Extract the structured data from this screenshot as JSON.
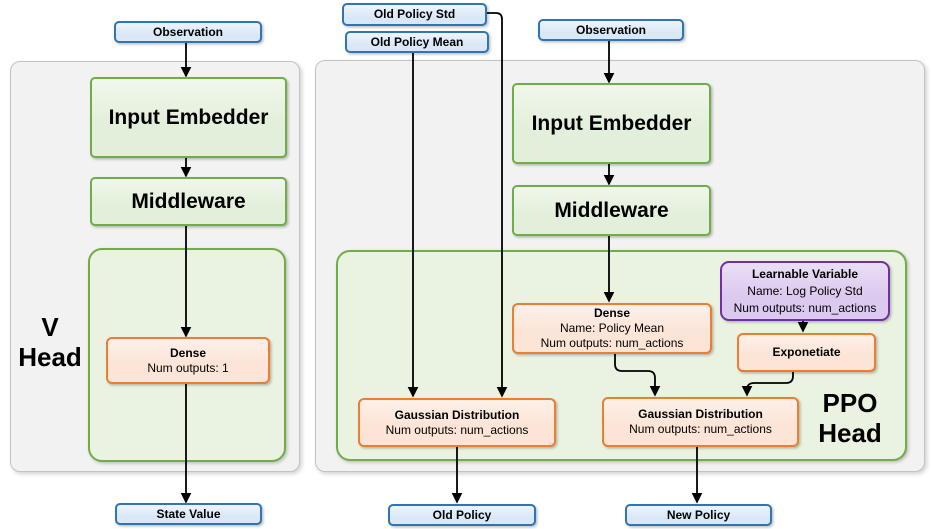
{
  "colors": {
    "page_bg": "#ffffff",
    "panel_fill": "#f2f2f2",
    "panel_border": "#c3c3c3",
    "green_fill": "#e2efda",
    "green_border": "#70ad47",
    "container_fill": "#eaf3e2",
    "orange_fill": "#fce4d6",
    "orange_border": "#ed7d31",
    "purple_fill": "#dcc9ef",
    "purple_border": "#7030a0",
    "blue_fill": "#d9e7f6",
    "blue_border": "#2e75b6",
    "arrow": "#000000",
    "text": "#000000"
  },
  "io": {
    "observation_left": "Observation",
    "old_policy_std": "Old Policy Std",
    "old_policy_mean": "Old Policy Mean",
    "observation_right": "Observation",
    "state_value": "State Value",
    "old_policy": "Old Policy",
    "new_policy": "New Policy"
  },
  "v_head": {
    "title_line1": "V",
    "title_line2": "Head",
    "input_embedder": "Input Embedder",
    "middleware": "Middleware",
    "dense_title": "Dense",
    "dense_line2": "Num outputs: 1"
  },
  "ppo_head": {
    "title_line1": "PPO",
    "title_line2": "Head",
    "input_embedder": "Input Embedder",
    "middleware": "Middleware",
    "dense_title": "Dense",
    "dense_line2": "Name: Policy Mean",
    "dense_line3": "Num outputs: num_actions",
    "learnable_title": "Learnable Variable",
    "learnable_line2": "Name: Log Policy Std",
    "learnable_line3": "Num outputs: num_actions",
    "exponetiate": "Exponetiate",
    "gaussian_old_title": "Gaussian Distribution",
    "gaussian_old_line2": "Num outputs: num_actions",
    "gaussian_new_title": "Gaussian Distribution",
    "gaussian_new_line2": "Num outputs: num_actions"
  }
}
